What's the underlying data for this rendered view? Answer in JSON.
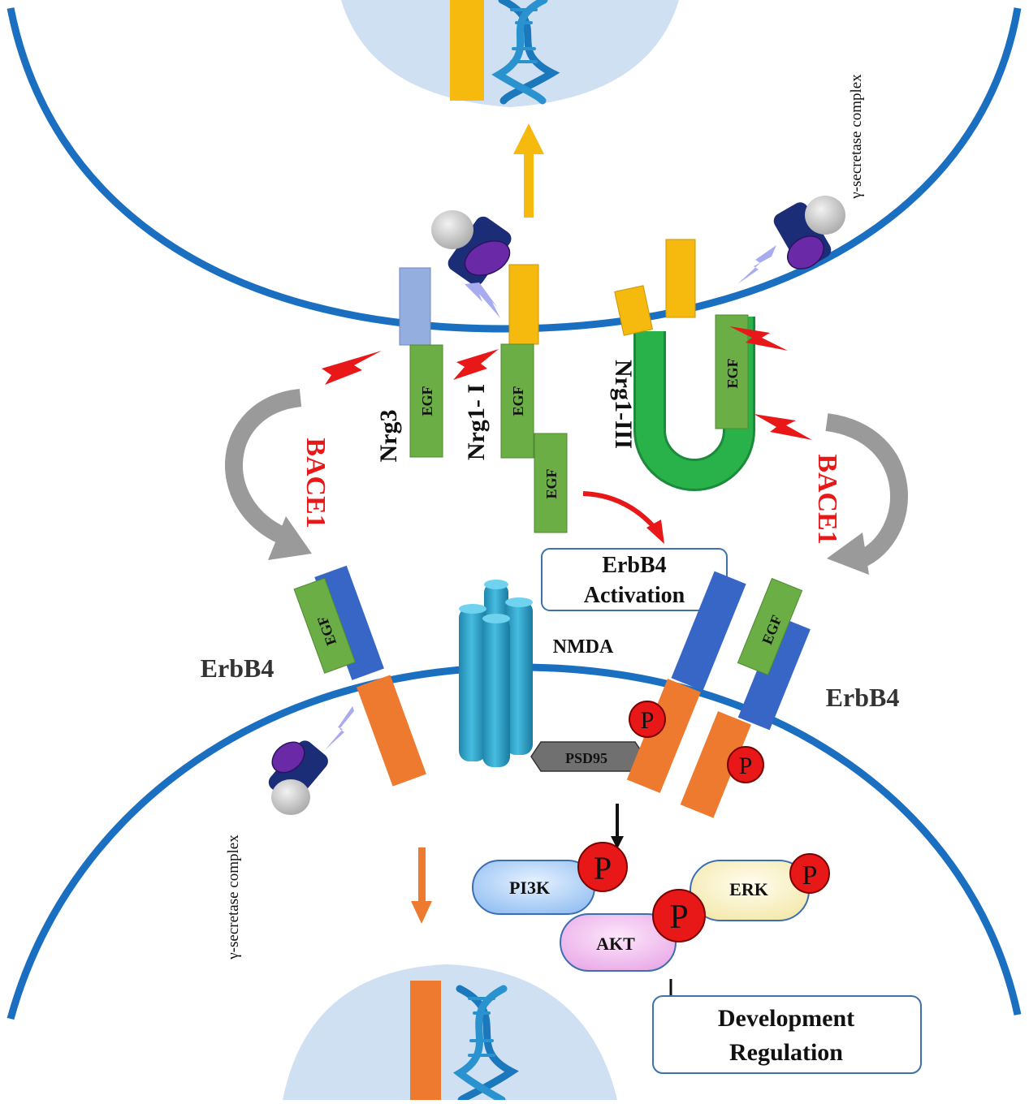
{
  "labels": {
    "gamma_top": "γ-secretase complex",
    "gamma_bottom": "γ-secretase complex",
    "nrg3": "Nrg3",
    "nrg1_i": "Nrg1- I",
    "nrg1_iii": "Nrg1-III",
    "bace1_left": "BACE1",
    "bace1_right": "BACE1",
    "egf": "EGF",
    "erbb4_left": "ErbB4",
    "erbb4_right": "ErbB4",
    "nmda": "NMDA",
    "psd95": "PSD95",
    "erbb4_activation_line1": "ErbB4",
    "erbb4_activation_line2": "Activation",
    "pi3k": "PI3K",
    "akt": "AKT",
    "erk": "ERK",
    "phospho": "P",
    "development_line1": "Development",
    "development_line2": "Regulation"
  },
  "colors": {
    "membrane": "#1a6fc0",
    "nucleus": "#cfe0f2",
    "egf": "#6aae45",
    "yellow": "#f6b90d",
    "orange": "#ee7a30",
    "erbb4_blue": "#3766c6",
    "nrg3_blue": "#94aee0",
    "bace1_red": "#e81818",
    "phospho_red": "#e81818",
    "nmda_teal": "#2a9cc4",
    "gamma_navy": "#1b2d77",
    "gamma_purple": "#6a2aa8",
    "gray_arrow": "#9a9a9a"
  }
}
